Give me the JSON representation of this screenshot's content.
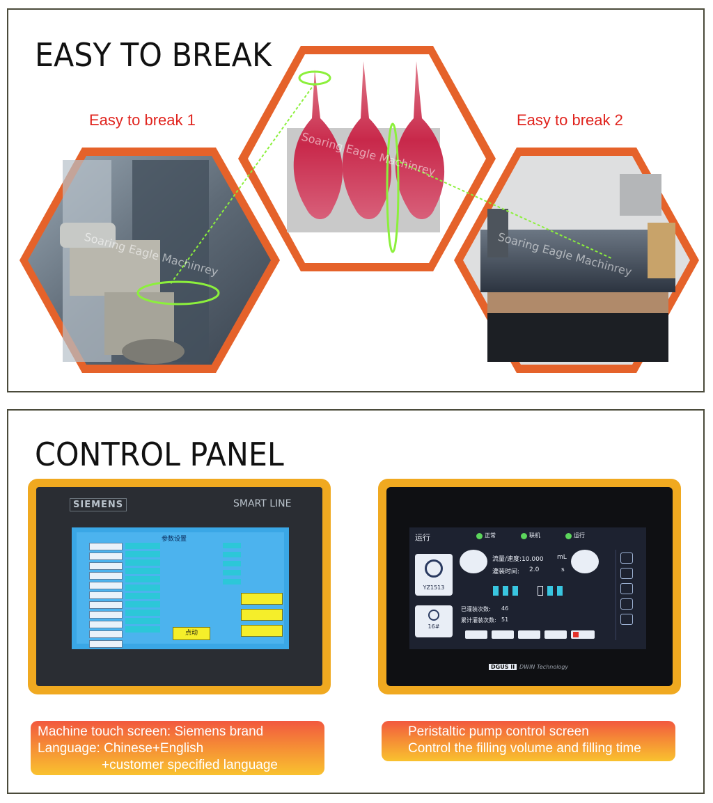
{
  "section_break": {
    "title": "EASY TO BREAK",
    "label_1": "Easy to break 1",
    "label_2": "Easy to break 2",
    "watermark": "Soaring Eagle Machinrey"
  },
  "section_control": {
    "title": "CONTROL PANEL",
    "left_screen": {
      "brand": "SIEMENS",
      "model": "SMART LINE",
      "screen_title": "参数设置",
      "button_start": "点动"
    },
    "right_screen": {
      "tab": "运行",
      "status": [
        "正常",
        "联机",
        "运行"
      ],
      "flow_label": "流量/速度:10.000",
      "flow_unit": "mL",
      "time_label": "灌装时间:",
      "time_value": "2.0",
      "time_unit": "s",
      "pump_id": "YZ1513",
      "tube_id": "16#",
      "count_done": "已灌装次数:",
      "count_done_value": "46",
      "count_total": "累计灌装次数:",
      "count_total_value": "51",
      "footer_brand": "DGUS II",
      "footer_text": "DWIN Technology"
    },
    "caption_left": {
      "line1": "Machine touch screen: Siemens brand",
      "line2": "Language: Chinese+English",
      "line3": "+customer specified language"
    },
    "caption_right": {
      "line1": "Peristaltic pump control screen",
      "line2": "Control the filling volume and filling time"
    }
  },
  "colors": {
    "hex_border": "#e5622a",
    "frame_gold": "#f0a920",
    "label_red": "#e0231d",
    "highlight_green": "#8cf03c"
  }
}
